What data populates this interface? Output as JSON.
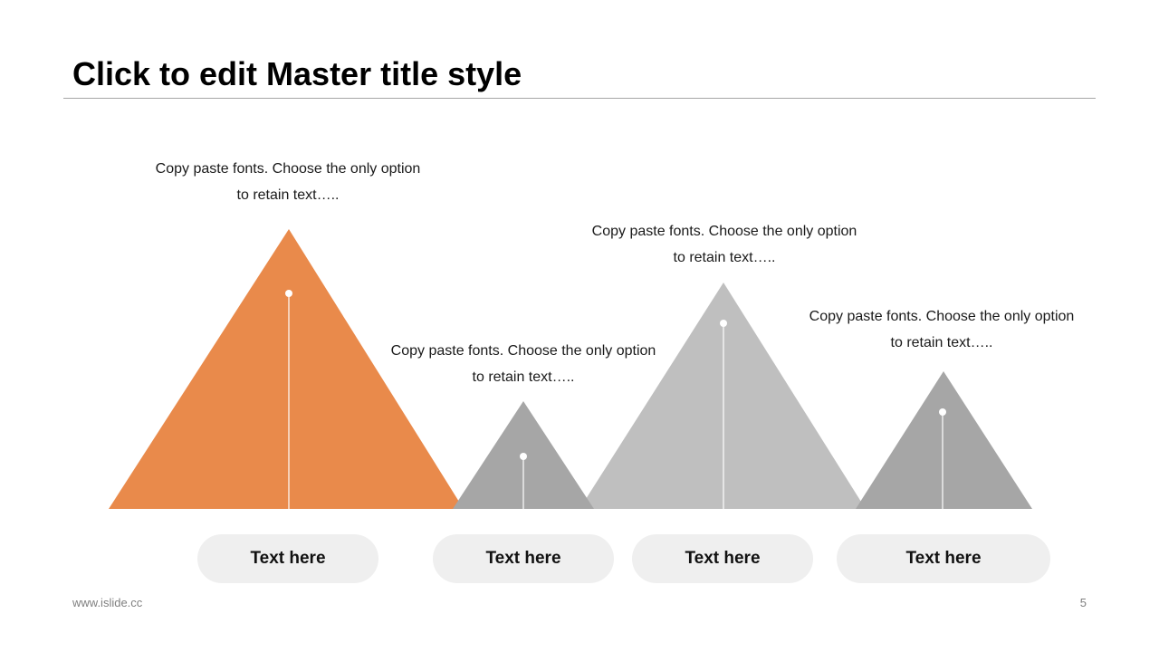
{
  "title": "Click to edit Master title style",
  "items": [
    {
      "label": "Text here",
      "desc_line1": "Copy paste fonts. Choose the only option",
      "desc_line2": "to retain text…..",
      "color": "#E98A4B"
    },
    {
      "label": "Text here",
      "desc_line1": "Copy paste fonts. Choose the only option",
      "desc_line2": "to retain text…..",
      "color": "#A6A6A6"
    },
    {
      "label": "Text here",
      "desc_line1": "Copy paste fonts. Choose the only option",
      "desc_line2": "to retain text…..",
      "color": "#BFBFBF"
    },
    {
      "label": "Text here",
      "desc_line1": "Copy paste fonts. Choose the only option",
      "desc_line2": "to retain text…..",
      "color": "#A6A6A6"
    }
  ],
  "footer": {
    "url": "www.islide.cc",
    "page_number": "5"
  }
}
